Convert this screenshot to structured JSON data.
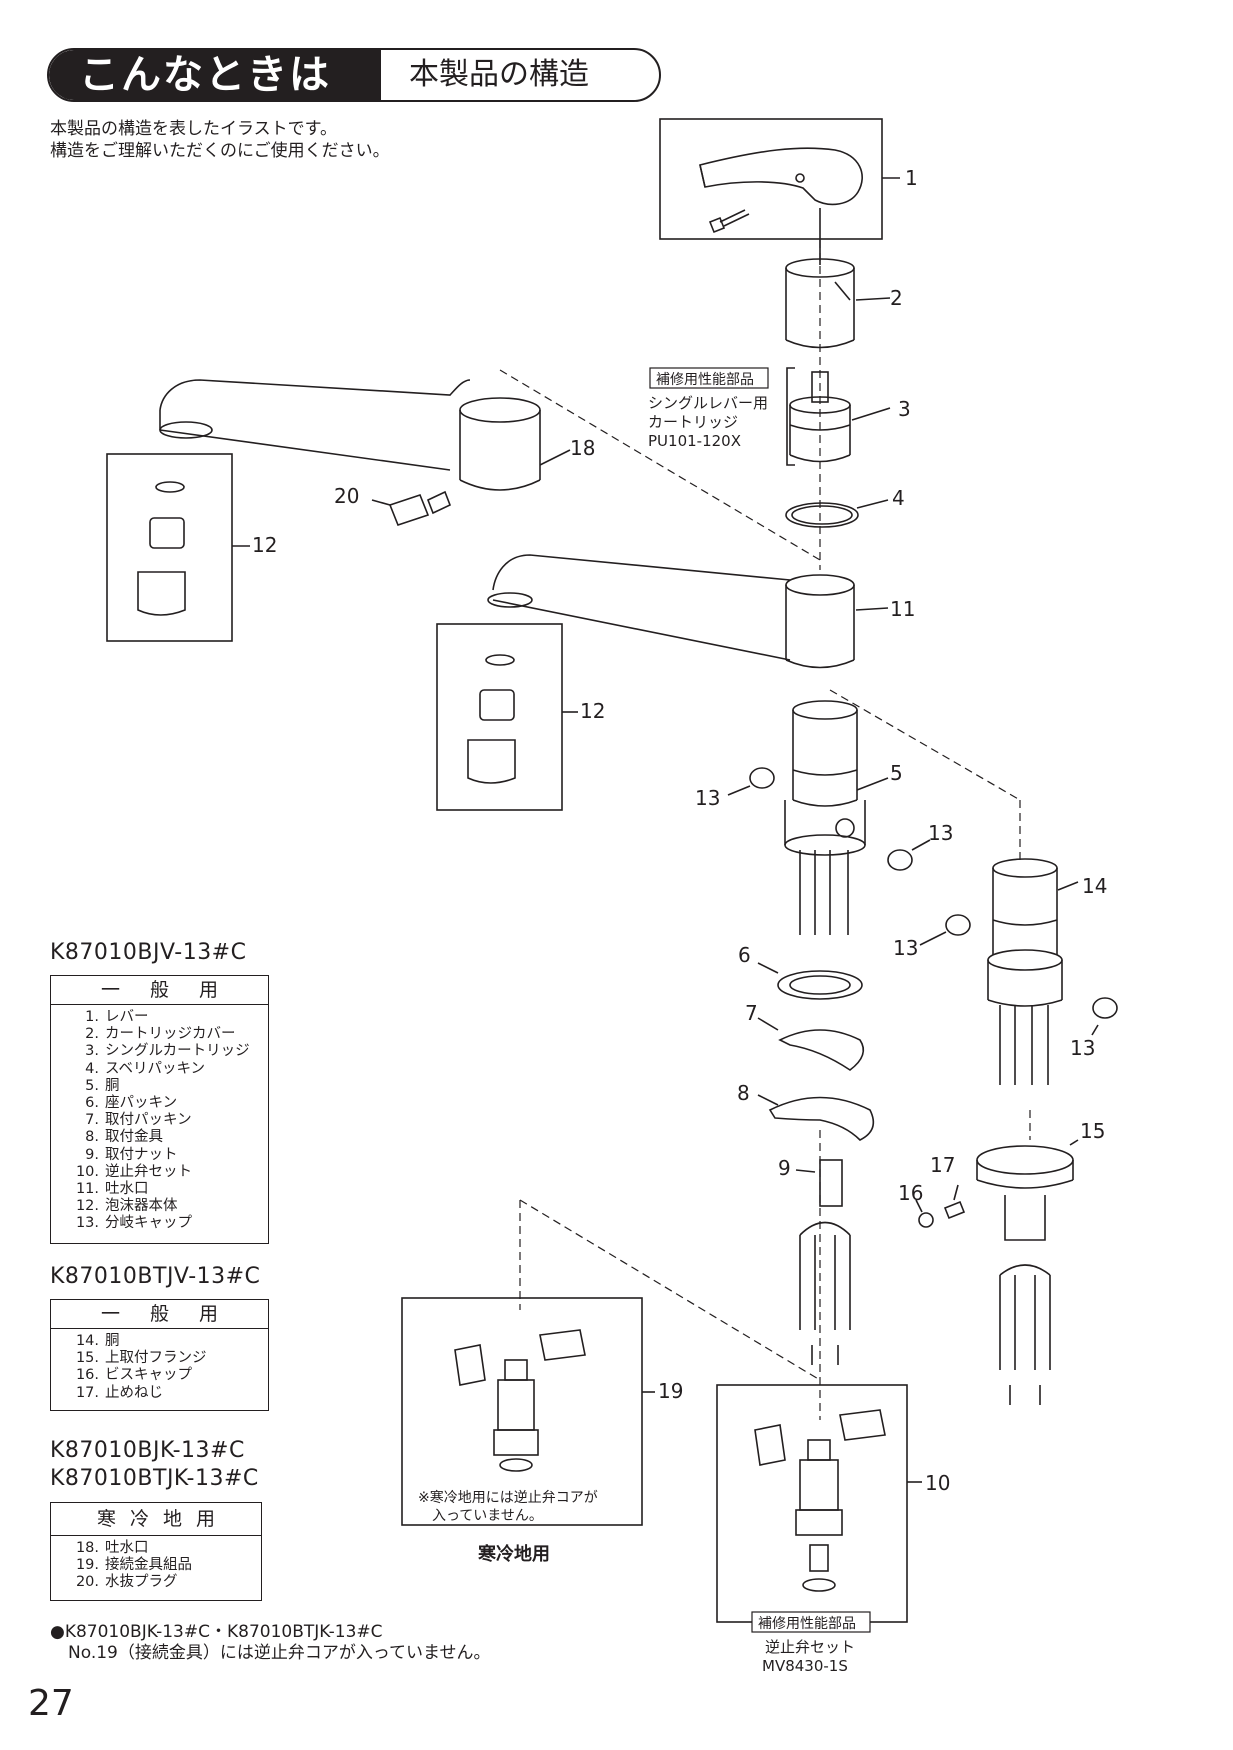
{
  "header": {
    "title": "こんなときは",
    "subtitle": "本製品の構造"
  },
  "intro": {
    "line1": "本製品の構造を表したイラストです。",
    "line2": "構造をご理解いただくのにご使用ください。"
  },
  "callouts": {
    "repair_tag": "補修用性能部品",
    "cartridge_line1": "シングルレバー用",
    "cartridge_line2": "カートリッジ",
    "cartridge_model": "PU101-120X",
    "check_valve_tag": "補修用性能部品",
    "check_valve_name": "逆止弁セット",
    "check_valve_model": "MV8430-1S",
    "cold_note_line1": "※寒冷地用には逆止弁コアが",
    "cold_note_line2": "入っていません。",
    "cold_box_label": "寒冷地用"
  },
  "part_labels": [
    "1",
    "2",
    "3",
    "4",
    "5",
    "6",
    "7",
    "8",
    "9",
    "10",
    "11",
    "12",
    "13",
    "14",
    "15",
    "16",
    "17",
    "18",
    "19",
    "20"
  ],
  "groups": [
    {
      "model": "K87010BJV-13#C",
      "header": "一般用",
      "items": [
        {
          "n": "1.",
          "name": "レバー"
        },
        {
          "n": "2.",
          "name": "カートリッジカバー"
        },
        {
          "n": "3.",
          "name": "シングルカートリッジ"
        },
        {
          "n": "4.",
          "name": "スベリパッキン"
        },
        {
          "n": "5.",
          "name": "胴"
        },
        {
          "n": "6.",
          "name": "座パッキン"
        },
        {
          "n": "7.",
          "name": "取付パッキン"
        },
        {
          "n": "8.",
          "name": "取付金具"
        },
        {
          "n": "9.",
          "name": "取付ナット"
        },
        {
          "n": "10.",
          "name": "逆止弁セット"
        },
        {
          "n": "11.",
          "name": "吐水口"
        },
        {
          "n": "12.",
          "name": "泡沫器本体"
        },
        {
          "n": "13.",
          "name": "分岐キャップ"
        }
      ]
    },
    {
      "model": "K87010BTJV-13#C",
      "header": "一般用",
      "items": [
        {
          "n": "14.",
          "name": "胴"
        },
        {
          "n": "15.",
          "name": "上取付フランジ"
        },
        {
          "n": "16.",
          "name": "ビスキャップ"
        },
        {
          "n": "17.",
          "name": "止めねじ"
        }
      ]
    },
    {
      "model": "K87010BJK-13#C",
      "model2": "K87010BTJK-13#C",
      "header": "寒冷地用",
      "items": [
        {
          "n": "18.",
          "name": "吐水口"
        },
        {
          "n": "19.",
          "name": "接続金具組品"
        },
        {
          "n": "20.",
          "name": "水抜プラグ"
        }
      ]
    }
  ],
  "footnote": {
    "line1": "●K87010BJK-13#C・K87010BTJK-13#C",
    "line2": "No.19（接続金具）には逆止弁コアが入っていません。"
  },
  "page_number": "27"
}
